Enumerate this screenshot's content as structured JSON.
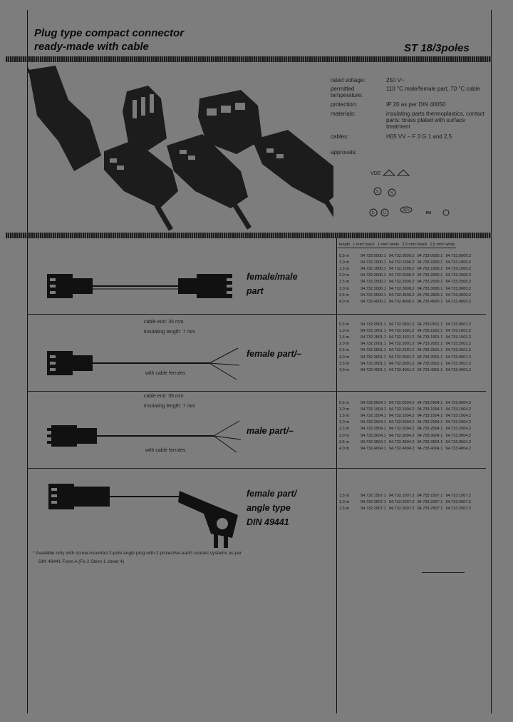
{
  "header": {
    "title_line1": "Plug type compact connector",
    "title_line2": "ready-made with cable",
    "series": "ST 18/3poles"
  },
  "specs": [
    {
      "label": "rated voltage:",
      "value": "250 V~"
    },
    {
      "label": "permitted temperature:",
      "value": "110 °C male/female part, 70 °C cable"
    },
    {
      "label": "protection:",
      "value": "IP 20 as per DIN 40050"
    },
    {
      "label": "materials:",
      "value": "insulating parts thermoplastics, contact parts: brass plated with surface treatment"
    },
    {
      "label": "cables:",
      "value": "H05 VV – F 3 G 1 and 2,5"
    },
    {
      "label": "approvals:",
      "value": ""
    }
  ],
  "approval_marks": [
    "VDE",
    "KEMA",
    "SEMKO",
    "UL",
    "CSA",
    "NEMKO",
    "DEMKO",
    "SEV",
    "FI"
  ],
  "table_header": [
    "length",
    "1 mm² black",
    "1 mm² white",
    "2,5 mm² black",
    "2,5 mm² white"
  ],
  "sections": [
    {
      "title": [
        "female/male",
        "part"
      ],
      "cable_note": "",
      "insulating_note": "",
      "ferrules_note": "",
      "rows": [
        [
          "0,5 m",
          "94.732.0500.1",
          "94.732.0500.2",
          "94.733.0500.1",
          "94.733.0500.2"
        ],
        [
          "1,0 m",
          "94.732.1000.1",
          "94.732.1000.2",
          "94.733.1000.1",
          "94.733.1000.2"
        ],
        [
          "1,5 m",
          "94.732.1500.1",
          "94.732.1500.2",
          "94.733.1500.1",
          "94.733.1500.2"
        ],
        [
          "2,0 m",
          "94.732.2000.1",
          "94.732.2000.2",
          "94.733.2000.1",
          "94.733.2000.2"
        ],
        [
          "2,5 m",
          "94.732.2500.1",
          "94.732.2500.2",
          "94.733.2500.1",
          "94.733.2500.2"
        ],
        [
          "3,0 m",
          "94.732.3000.1",
          "94.732.3000.2",
          "94.733.3000.1",
          "94.733.3000.2"
        ],
        [
          "3,5 m",
          "94.732.3500.1",
          "94.732.3500.2",
          "94.733.3500.1",
          "94.733.3500.2"
        ],
        [
          "4,0 m",
          "94.732.4000.1",
          "94.732.4000.2",
          "94.733.4000.1",
          "94.733.4000.2"
        ]
      ]
    },
    {
      "title": [
        "female part/–"
      ],
      "cable_note": "cable end: 35 mm",
      "insulating_note": "insulating length: 7 mm",
      "ferrules_note": "with cable ferrules",
      "rows": [
        [
          "0,5 m",
          "94.732.0501.1",
          "94.732.0501.2",
          "94.733.0501.1",
          "94.733.0501.2"
        ],
        [
          "1,0 m",
          "94.732.1001.1",
          "94.732.1001.2",
          "94.733.1001.1",
          "94.733.1001.2"
        ],
        [
          "1,5 m",
          "94.732.1501.1",
          "94.732.1501.2",
          "94.733.1501.1",
          "94.733.1501.2"
        ],
        [
          "2,0 m",
          "94.732.2001.1",
          "94.732.2001.2",
          "94.733.2001.1",
          "94.733.2001.2"
        ],
        [
          "2,5 m",
          "94.732.2501.1",
          "94.732.2501.2",
          "94.733.2501.1",
          "94.733.2501.2"
        ],
        [
          "3,0 m",
          "94.732.3001.1",
          "94.732.3001.2",
          "94.733.3001.1",
          "94.733.3001.2"
        ],
        [
          "3,5 m",
          "94.732.3501.1",
          "94.732.3501.2",
          "94.733.3501.1",
          "94.733.3501.2"
        ],
        [
          "4,0 m",
          "94.732.4001.1",
          "94.732.4001.2",
          "94.733.4001.1",
          "94.733.4001.2"
        ]
      ]
    },
    {
      "title": [
        "male part/–"
      ],
      "cable_note": "cable end: 35 mm",
      "insulating_note": "insulating length: 7 mm",
      "ferrules_note": "with cable ferrules",
      "rows": [
        [
          "0,5 m",
          "94.732.0504.1",
          "94.732.0504.2",
          "94.733.0504.1",
          "94.733.0504.2"
        ],
        [
          "1,0 m",
          "94.732.1004.1",
          "94.732.1004.2",
          "94.733.1004.1",
          "94.733.1004.2"
        ],
        [
          "1,5 m",
          "94.732.1504.1",
          "94.732.1504.2",
          "94.733.1504.1",
          "94.733.1504.2"
        ],
        [
          "2,0 m",
          "94.732.2004.1",
          "94.732.2004.2",
          "94.733.2004.1",
          "94.733.2004.2"
        ],
        [
          "2,5 m",
          "94.732.2504.1",
          "94.732.2504.2",
          "94.733.2504.1",
          "94.733.2504.2"
        ],
        [
          "3,0 m",
          "94.732.3004.1",
          "94.732.3004.2",
          "94.733.3004.1",
          "94.733.3004.2"
        ],
        [
          "3,5 m",
          "94.732.3504.1",
          "94.732.3504.2",
          "94.733.3504.1",
          "94.733.3504.2"
        ],
        [
          "4,0 m",
          "94.732.4004.1",
          "94.732.4004.2",
          "94.733.4004.1",
          "94.733.4004.2"
        ]
      ]
    },
    {
      "title": [
        "female part/",
        "angle type",
        "DIN 49441"
      ],
      "cable_note": "",
      "insulating_note": "",
      "ferrules_note": "",
      "rows": [
        [
          "1,5 m",
          "94.732.1507.1",
          "94.732.1507.2",
          "94.733.1507.1",
          "94.733.1507.2"
        ],
        [
          "2,0 m",
          "94.732.2007.1",
          "94.732.2007.2",
          "94.733.2007.1",
          "94.733.2007.2"
        ],
        [
          "2,5 m",
          "94.732.2507.1",
          "94.732.2507.2",
          "94.733.2507.1",
          "94.733.2507.2"
        ]
      ]
    }
  ],
  "footnote_line1": "* Available only with screw-mounted 2-pole angle plug with 2 protective earth contact systems as per",
  "footnote_line2": "DIN 49441 Form A (Fe 2 Stern 1 sheet 4)"
}
